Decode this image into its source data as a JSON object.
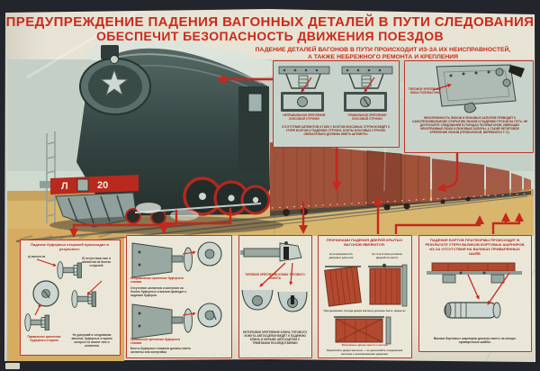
{
  "palette": {
    "accent_red": "#c5281c",
    "paper_cream": "#e7e4d5",
    "sky_green": "#c4d0c6",
    "ground_tan": "#d8b66e",
    "locomotive_teal": "#3c4e4c",
    "boxcar_red": "#9c4f38",
    "backdrop_dark": "#22252b"
  },
  "header": {
    "title_line1": "ПРЕДУПРЕЖДЕНИЕ ПАДЕНИЯ ВАГОННЫХ ДЕТАЛЕЙ В ПУТИ СЛЕДОВАНИЯ",
    "title_line2": "ОБЕСПЕЧИТ БЕЗОПАСНОСТЬ ДВИЖЕНИЯ ПОЕЗДОВ",
    "subtitle_line1": "ПАДЕНИЕ ДЕТАЛЕЙ ВАГОНОВ В ПУТИ ПРОИСХОДИТ ИЗ-ЗА ИХ НЕИСПРАВНОСТЕЙ,",
    "subtitle_line2": "А ТАКЖЕ НЕБРЕЖНОГО РЕМОНТА И КРЕПЛЕНИЯ"
  },
  "locomotive": {
    "series_letter": "Л",
    "number": "20"
  },
  "panels": {
    "axlebox": {
      "label_bad": "НЕПРАВИЛЬНОЕ КРЕПЛЕНИЕ\nБУКСОВОЙ СТРУНКИ",
      "label_good": "ПРАВИЛЬНОЕ КРЕПЛЕНИЕ\nБУКСОВОЙ СТРУНКИ",
      "caption": "ОТСУТСТВИЕ ШПЛИНТОВ И ГАЕК У БОЛТОВ БУКСОВЫХ СТРУНОК ВЕДЁТ К УТЕРЕ БОЛТОВ И ПАДЕНИЮ СТРУНОК. БОЛТЫ БУКСОВЫХ СТРУНОК ОБЯЗАТЕЛЬНО ДОЛЖНЫ ИМЕТЬ ШПЛИНТЫ"
    },
    "hatch": {
      "label": "ТИПОВОЕ КРЕПЛЕНИЕ\nЛЮКА ПОЛУВАГОНА",
      "caption": "НЕИСПРАВНОСТЬ ЛЮКОВ И ЛЮКОВЫХ ЗАПОРОВ ПРИВОДИТ К САМОПРОИЗВОЛЬНОМУ ОТКРЫТИЮ ЛЮКОВ И ПАДЕНИЮ ГРУЗОВ НА ПУТЬ. НЕ ДОПУСКАЙТЕ СЛЕДОВАНИЯ В ПОЕЗДАХ ПОЛУВАГОНОВ, ИМЕЮЩИХ НЕИСПРАВНЫЕ ЛЮКИ И ЛЮКОВЫЕ ЗАПОРЫ, А ТАКЖЕ НЕТИПОВОЕ КРЕПЛЕНИЕ ЛЮКОВ (ПРОВОЛОКОЙ, ВЕРЁВКОЙ И Т. П.)"
    },
    "buffer_rod": {
      "title": "Падение буферных стержней происходит в результате:",
      "label_a": "а) износа их",
      "label_b": "б) отсутствия гаек и шплинтов на болтах стержней",
      "label_good": "Правильное крепление буферного стержня",
      "caption": "Не допускайте следования вагонов, буферные стержни которых не имеют гаек и шплинтов"
    },
    "buffer_cup": {
      "label_bad": "Неправильное крепление буферного стакана",
      "caption_bad": "Отсутствие шплинтов и контргаек на болтах буферных стаканов приводит к падению буферов",
      "label_good": "Правильное крепление буферного стакана",
      "caption_good": "Болты буферных стаканов должны иметь шплинты или контргайки"
    },
    "yoke_wedge": {
      "label": "ТИПОВОЕ КРЕПЛЕНИЕ КЛИНА ТЯГОВОГО ХОМУТА",
      "caption": "НЕТИПОВОЕ КРЕПЛЕНИЕ КЛИНА ТЯГОВОГО ХОМУТА АВТОСЦЕПКИ ВЕДЁТ К ПАДЕНИЮ КЛИНА И ОБРЫВУ АВТОСЦЕПКИ С ТЯЖЁЛЫМИ ПОСЛЕДСТВИЯМИ"
    },
    "doors": {
      "title": "ПРИЧИНАМИ ПАДЕНИЯ ДВЕРЕЙ КРЫТЫХ ВАГОНОВ ЯВЛЯЮТСЯ:",
      "label_a": "а) неисправность дверных рельсов",
      "label_b": "б) отсутствие роликов дверей на месте",
      "mid_caption": "При движении поезда двери вагонов должны быть закрыты",
      "label_good": "Исправные двери крытого вагона",
      "caption": "Укрепляйте двери вагонов — не допускайте следования вагонов с неисправными дверями"
    },
    "platform_sides": {
      "title": "ПАДЕНИЕ БОРТОВ ПЛАТФОРМЫ ПРОИСХОДИТ В РЕЗУЛЬТАТЕ УТЕРИ ВАЛИКОВ БОРТОВЫХ ШАРНИРОВ ИЗ-ЗА ОТСУТСТВИЯ НА ВАЛИКАХ ПРИВАРЕННЫХ ШАЙБ",
      "caption": "Валики бортовых шарниров должны иметь на концах приваренные шайбы"
    }
  },
  "imprint": {
    "text": "· ·· ····· ··· ·· ······ · ···· ··· ····· ·· ··· ······ ···· · ····· ··· ·· ···· ····· ··· ·· ······ ····"
  }
}
